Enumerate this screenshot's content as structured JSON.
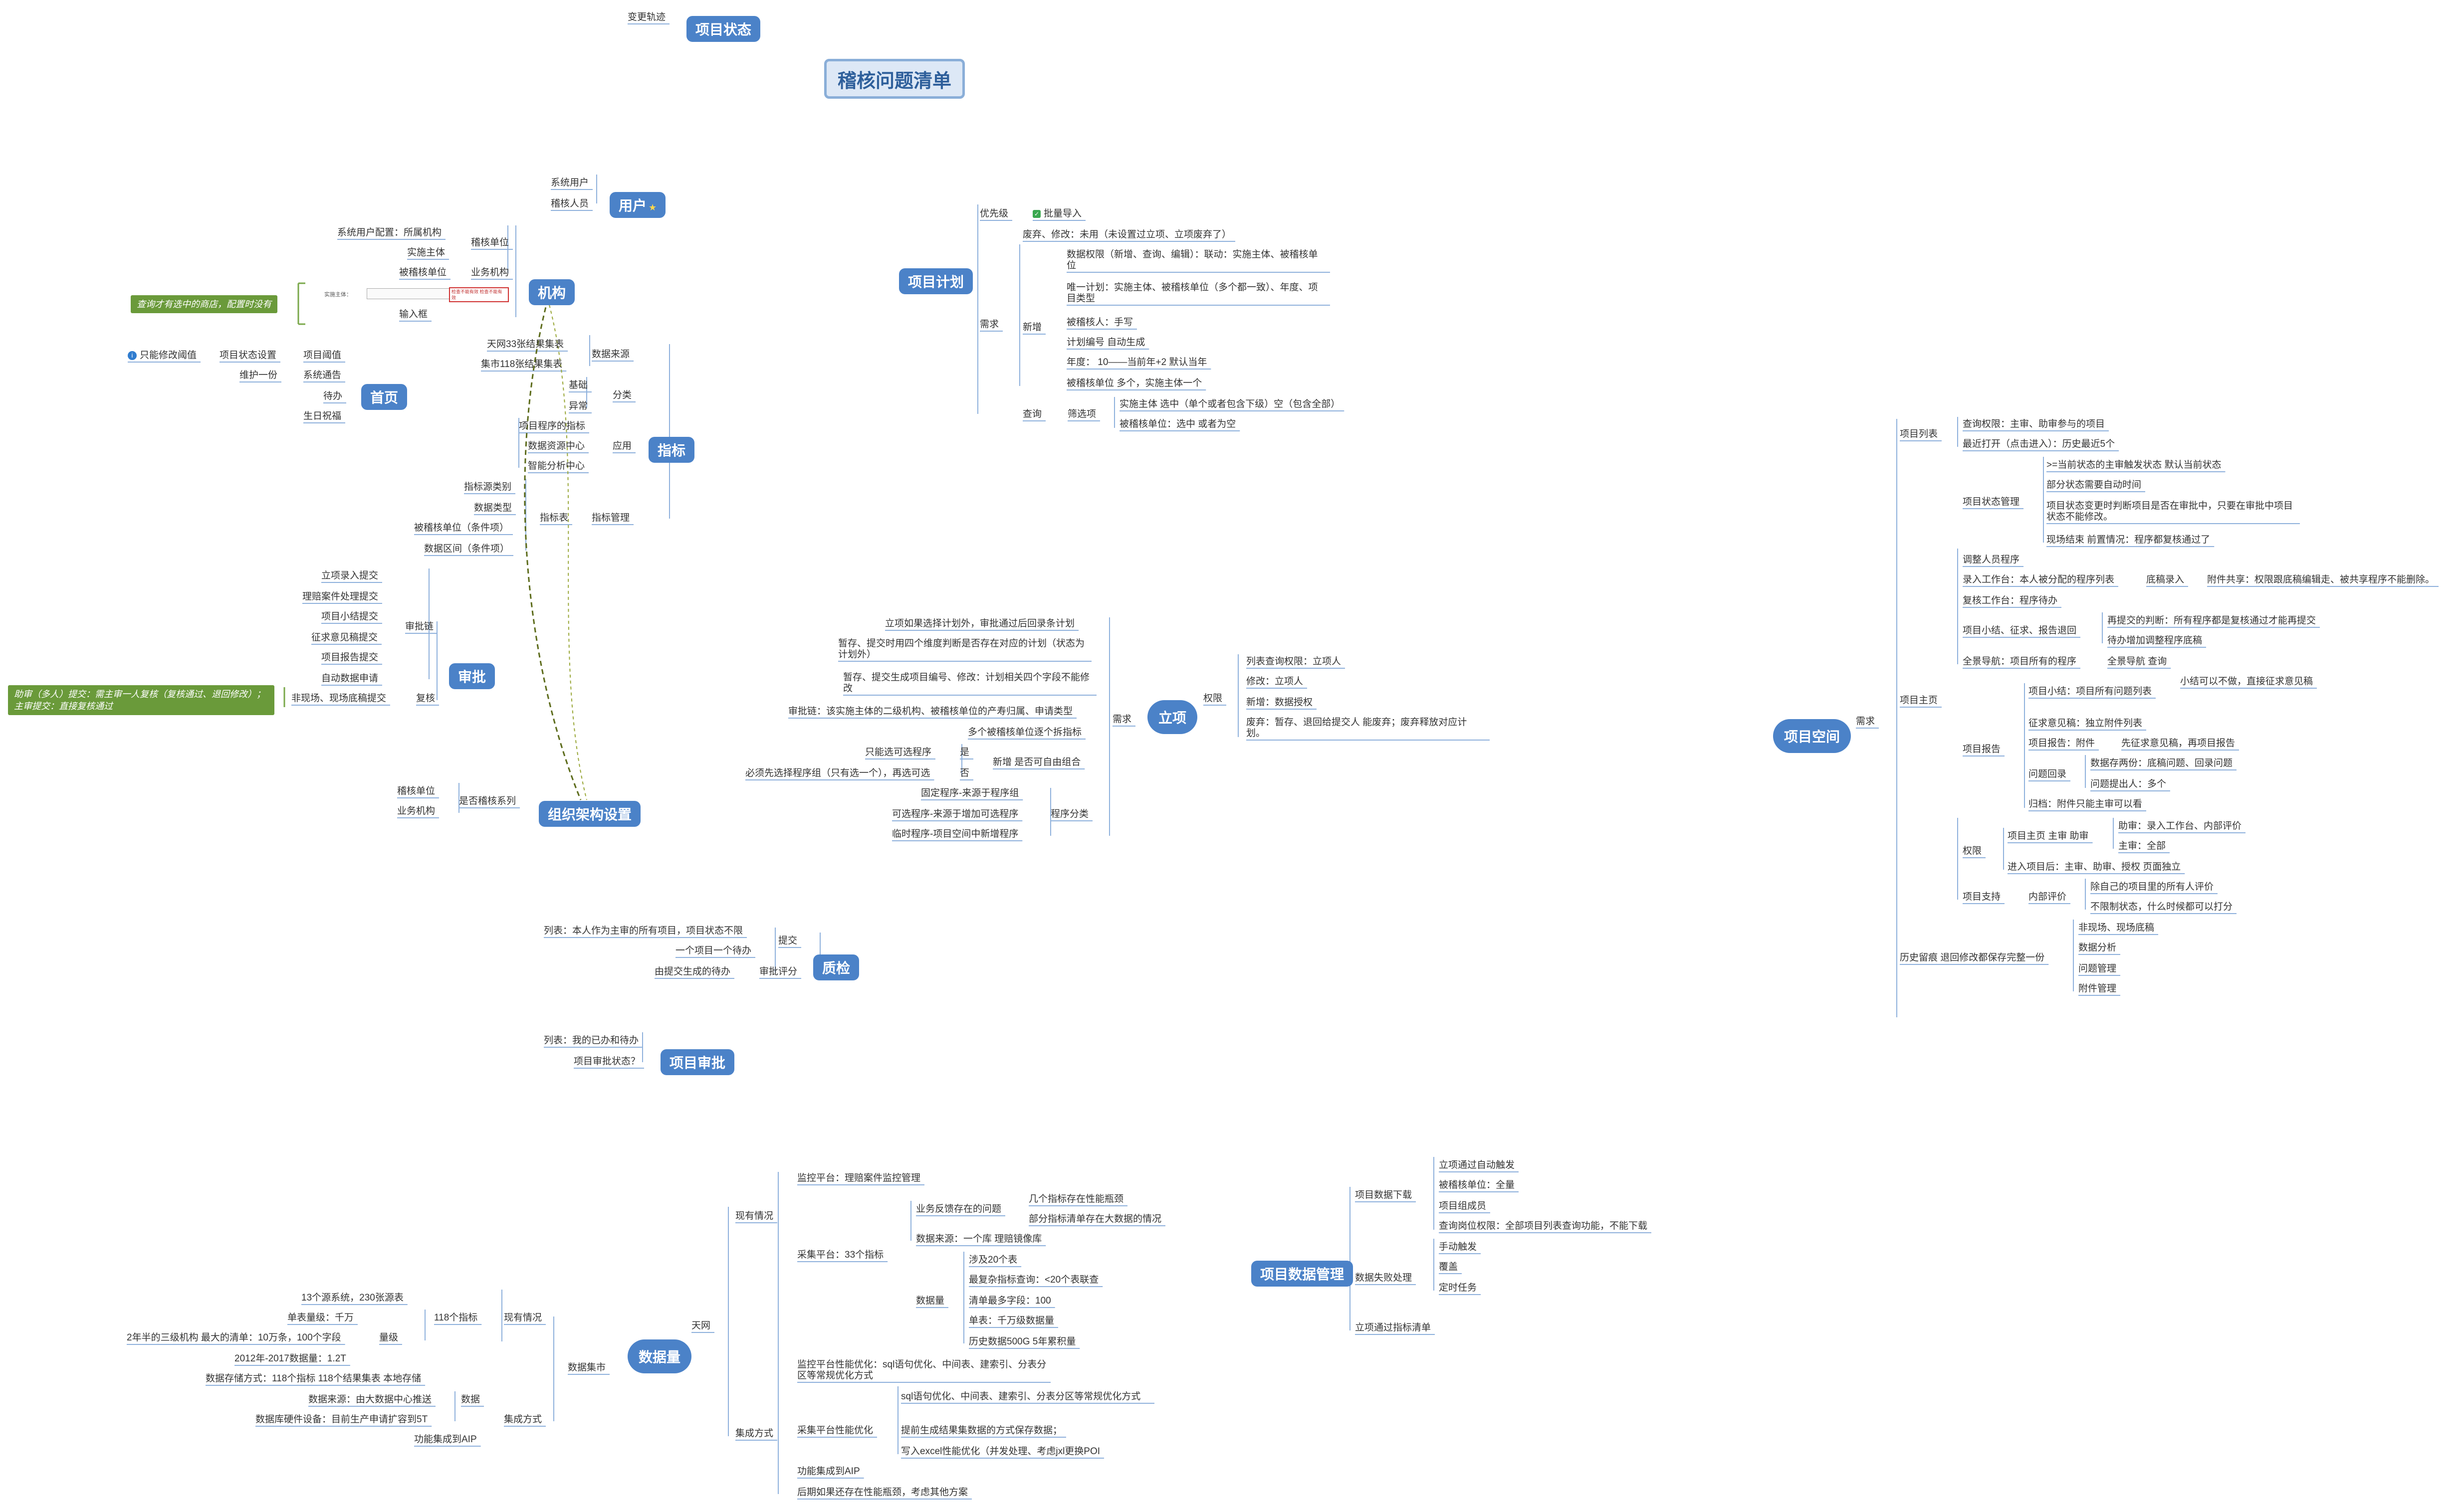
{
  "title": "稽核问题清单",
  "hubs": {
    "project_status": "项目状态",
    "user": "用户",
    "org": "机构",
    "home": "首页",
    "indicator": "指标",
    "approval": "审批",
    "org_setting": "组织架构设置",
    "quality": "质检",
    "project_approval": "项目审批",
    "data_volume": "数据量",
    "project_plan": "项目计划",
    "lixiang": "立项",
    "project_space": "项目空间",
    "project_data_mgmt": "项目数据管理"
  },
  "note_left_top": "查询才有选中的商店，配置时没有",
  "note_left_mid": "助审（多人）提交：需主审一人复核（复核通过、退回修改）；主审提交：直接复核通过",
  "mini_form": {
    "label": "实施主体：",
    "warn": "检查不能有效 检查不能有效"
  },
  "leaves": {
    "l_change_track": "变更轨迹",
    "u1": "系统用户",
    "u2": "稽核人员",
    "o_a": "系统用户配置：所属机构",
    "o_b": "实施主体",
    "o_c": "被稽核单位",
    "o_1": "稽核单位",
    "o_2": "业务机构",
    "o_3": "输入框",
    "h_1": "只能修改阈值",
    "h_2": "项目状态设置",
    "h_3": "项目阈值",
    "h_4": "维护一份",
    "h_5": "系统通告",
    "h_6": "待办",
    "h_7": "生日祝福",
    "i_1": "天网33张结果集表",
    "i_2": "集市118张结果集表",
    "i_ds": "数据来源",
    "i_3": "基础",
    "i_4": "异常",
    "i_cat": "分类",
    "i_5": "项目程序的指标",
    "i_6": "数据资源中心",
    "i_7": "智能分析中心",
    "i_app": "应用",
    "i_8": "指标源类别",
    "i_9": "数据类型",
    "i_10": "被稽核单位（条件项）",
    "i_11": "数据区间（条件项）",
    "i_tbl": "指标表",
    "i_mgmt": "指标管理",
    "a_1": "立项录入提交",
    "a_2": "理赔案件处理提交",
    "a_3": "项目小结提交",
    "a_4": "征求意见稿提交",
    "a_5": "项目报告提交",
    "a_6": "自动数据申请",
    "a_chain": "审批链",
    "a_7": "非现场、现场底稿提交",
    "a_8": "复核",
    "g_1": "稽核单位",
    "g_2": "业务机构",
    "g_3": "是否稽核系列",
    "q_1": "列表：本人作为主审的所有项目，项目状态不限",
    "q_2": "一个项目一个待办",
    "q_3": "由提交生成的待办",
    "q_sub": "提交",
    "q_score": "审批评分",
    "pa_1": "列表：我的已办和待办",
    "pa_2": "项目审批状态？",
    "dv_1": "13个源系统，230张源表",
    "dv_2": "单表量级：千万",
    "dv_3": "2年半的三级机构 最大的清单：10万条，100个字段",
    "dv_4": "2012年-2017数据量：1.2T",
    "dv_5": "数据存储方式：118个指标 118个结果集表 本地存储",
    "dv_6": "数据来源：由大数据中心推送",
    "dv_7": "数据库硬件设备：目前生产申请扩容到5T",
    "dv_8": "功能集成到AIP",
    "dv_118": "118个指标",
    "dv_lvl": "量级",
    "dv_now": "现有情况",
    "dv_data": "数据",
    "dv_integ": "集成方式",
    "dv_mart": "数据集市",
    "dv_sky": "天网",
    "dv_r1": "监控平台：理赔案件监控管理",
    "dv_r2": "业务反馈存在的问题",
    "dv_r3": "几个指标存在性能瓶颈",
    "dv_r4": "部分指标清单存在大数据的情况",
    "dv_r5": "数据来源：一个库 理赔镜像库",
    "dv_r6": "涉及20个表",
    "dv_r7": "最复杂指标查询：<20个表联查",
    "dv_r8": "清单最多字段：100",
    "dv_r9": "单表：千万级数据量",
    "dv_r10": "历史数据500G 5年累积量",
    "dv_r11": "数据量",
    "dv_r12": "采集平台：33个指标",
    "dv_r13": "现有情况",
    "dv_r14": "监控平台性能优化：sql语句优化、中间表、建索引、分表分区等常规优化方式",
    "dv_r15": "sql语句优化、中间表、建索引、分表分区等常规优化方式",
    "dv_r16": "提前生成结果集数据的方式保存数据；",
    "dv_r17": "写入excel性能优化（并发处理、考虑jxl更换POI",
    "dv_r18": "采集平台性能优化",
    "dv_r19": "功能集成到AIP",
    "dv_r20": "后期如果还存在性能瓶颈，考虑其他方案",
    "dv_r21": "集成方式",
    "pp_1": "优先级",
    "pp_2": "批量导入",
    "pp_3": "废弃、修改：未用（未设置过立项、立项废弃了）",
    "pp_4": "数据权限（新增、查询、编辑）：联动：实施主体、被稽核单位",
    "pp_5": "唯一计划：实施主体、被稽核单位（多个都一致）、年度、项目类型",
    "pp_6": "被稽核人：手写",
    "pp_7": "计划编号 自动生成",
    "pp_8": "年度： 10——当前年+2 默认当年",
    "pp_9": "被稽核单位 多个，实施主体一个",
    "pp_new": "新增",
    "pp_req": "需求",
    "pp_q": "查询",
    "pp_filter": "筛选项",
    "pp_10": "实施主体 选中（单个或者包含下级）空（包含全部）",
    "pp_11": "被稽核单位：选中 或者为空",
    "lx_1": "立项如果选择计划外，审批通过后回录条计划",
    "lx_2": "暂存、提交时用四个维度判断是否存在对应的计划（状态为计划外）",
    "lx_3": "暂存、提交生成项目编号、修改：计划相关四个字段不能修改",
    "lx_4": "审批链：该实施主体的二级机构、被稽核单位的产寿归属、申请类型",
    "lx_5": "多个被稽核单位逐个拆指标",
    "lx_6": "只能选可选程序",
    "lx_7": "必须先选择程序组（只有选一个），再选可选",
    "lx_yes": "是",
    "lx_no": "否",
    "lx_new": "新增 是否可自由组合",
    "lx_8": "固定程序-来源于程序组",
    "lx_9": "可选程序-来源于增加可选程序",
    "lx_10": "临时程序-项目空间中新增程序",
    "lx_cls": "程序分类",
    "lx_req": "需求",
    "lx_perm": "权限",
    "lx_p1": "列表查询权限：立项人",
    "lx_p2": "修改：立项人",
    "lx_p3": "新增：数据授权",
    "lx_p4": "废弃：暂存、退回给提交人 能废弃；废弃释放对应计划。",
    "ps_list": "项目列表",
    "ps_1": "查询权限：主审、助审参与的项目",
    "ps_2": "最近打开（点击进入）：历史最近5个",
    "ps_st": "项目状态管理",
    "ps_3": ">=当前状态的主审触发状态 默认当前状态",
    "ps_4": "部分状态需要自动时间",
    "ps_5": "项目状态变更时判断项目是否在审批中，只要在审批中项目状态不能修改。",
    "ps_6": "现场结束 前置情况：程序都复核通过了",
    "ps_7": "调整人员程序",
    "ps_8": "录入工作台：本人被分配的程序列表",
    "ps_9": "底稿录入",
    "ps_10": "附件共享：权限跟底稿编辑走、被共享程序不能删除。",
    "ps_11": "复核工作台：程序待办",
    "ps_12": "项目小结、征求、报告退回",
    "ps_13": "再提交的判断：所有程序都是复核通过才能再提交",
    "ps_14": "待办增加调整程序底稿",
    "ps_15": "全景导航：项目所有的程序",
    "ps_16": "全景导航 查询",
    "ps_17": "项目小结：项目所有问题列表",
    "ps_18": "小结可以不做，直接征求意见稿",
    "ps_19": "征求意见稿：独立附件列表",
    "ps_20": "项目报告：附件",
    "ps_21": "先征求意见稿，再项目报告",
    "ps_22": "问题回录",
    "ps_23": "数据存两份：底稿问题、回录问题",
    "ps_24": "问题提出人：多个",
    "ps_25": "归档：附件只能主审可以看",
    "ps_rep": "项目报告",
    "ps_home": "项目主页",
    "ps_26": "项目主页 主审 助审",
    "ps_27": "助审：录入工作台、内部评价",
    "ps_28": "主审：全部",
    "ps_29": "进入项目后：主审、助审、授权 页面独立",
    "ps_perm": "权限",
    "ps_30": "项目支持",
    "ps_31": "内部评价",
    "ps_32": "除自己的项目里的所有人评价",
    "ps_33": "不限制状态，什么时候都可以打分",
    "ps_34": "非现场、现场底稿",
    "ps_35": "数据分析",
    "ps_36": "问题管理",
    "ps_37": "附件管理",
    "ps_38": "历史留痕 退回修改都保存完整一份",
    "ps_req": "需求",
    "pd_1": "立项通过自动触发",
    "pd_2": "被稽核单位：全量",
    "pd_3": "项目组成员",
    "pd_4": "查询岗位权限：全部项目列表查询功能，不能下载",
    "pd_dl": "项目数据下载",
    "pd_5": "手动触发",
    "pd_6": "覆盖",
    "pd_7": "定时任务",
    "pd_fail": "数据失败处理",
    "pd_8": "立项通过指标清单"
  }
}
